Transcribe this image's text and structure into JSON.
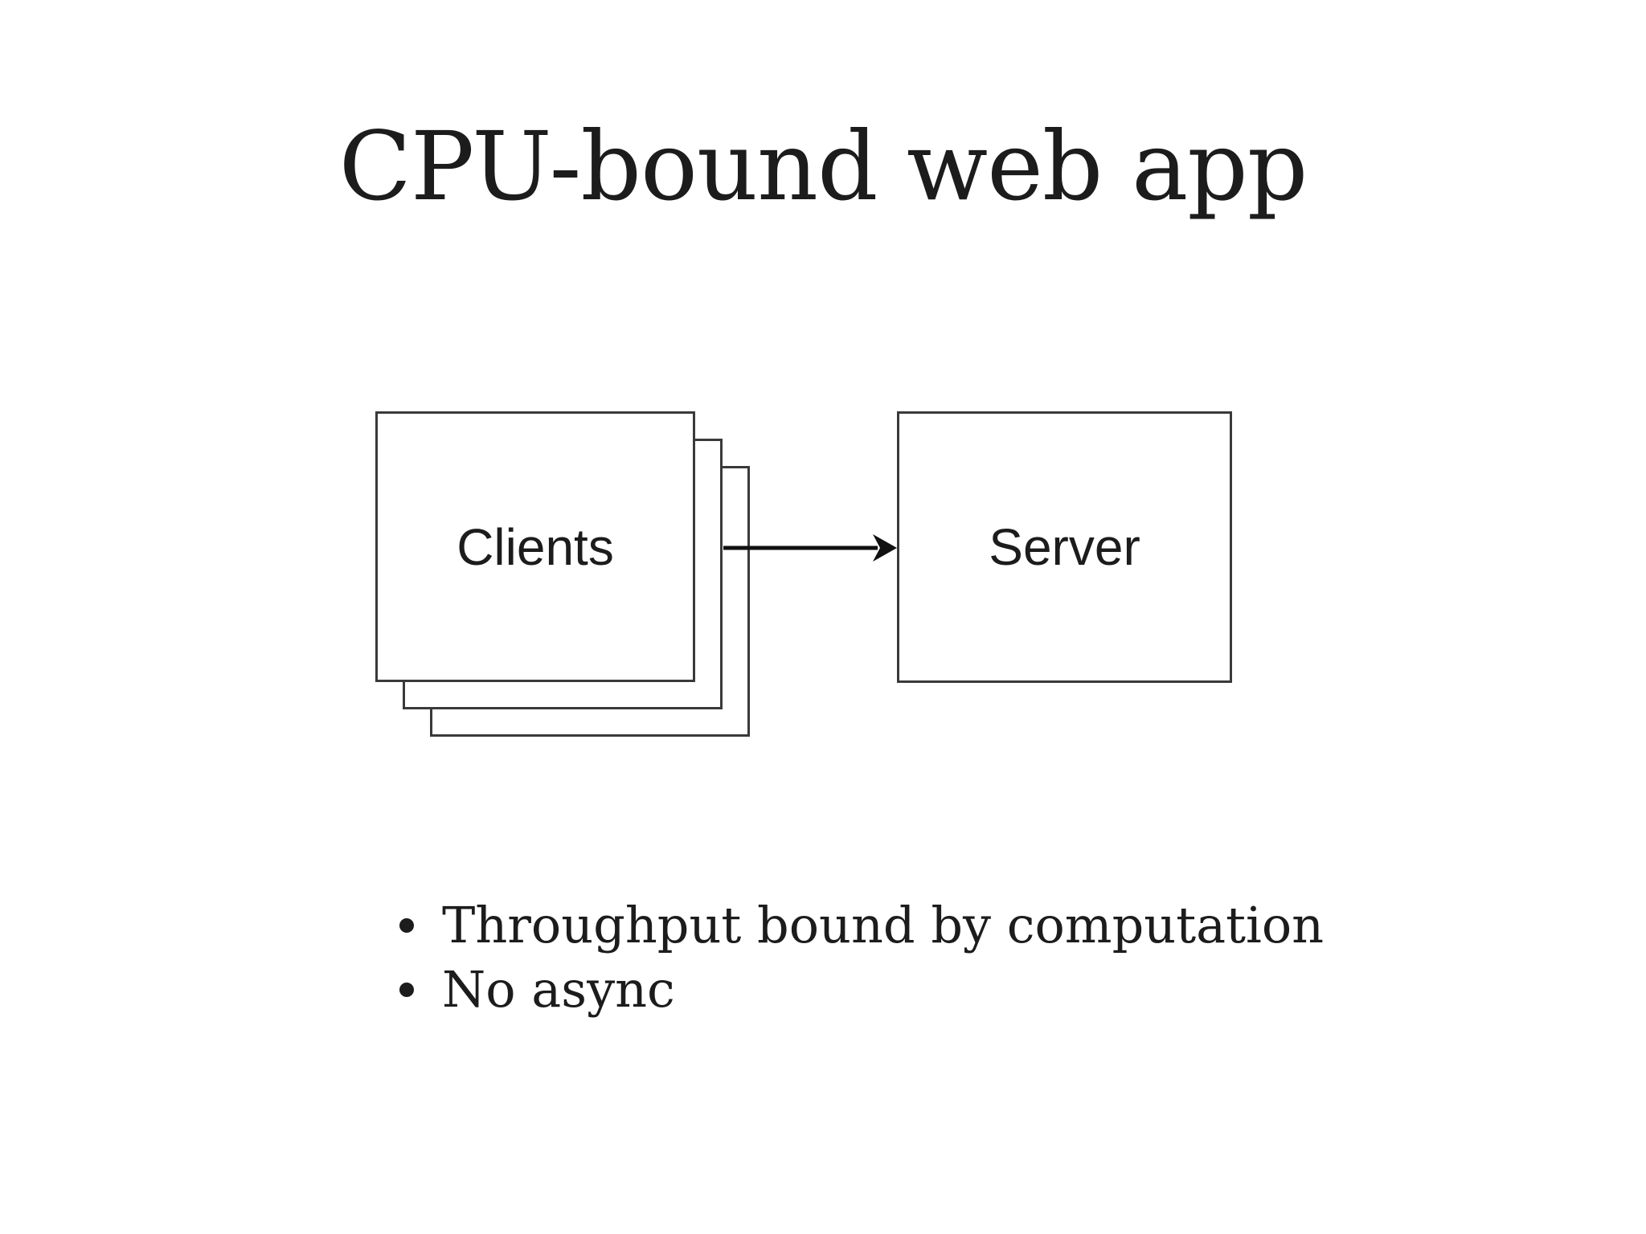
{
  "slide": {
    "title": "CPU-bound web app",
    "diagram": {
      "clients": {
        "label": "Clients",
        "stack_count": 3
      },
      "server": {
        "label": "Server"
      },
      "arrow": {
        "from": "Clients",
        "to": "Server",
        "direction": "right"
      }
    },
    "bullets": [
      "Throughput bound by computation",
      "No async"
    ],
    "colors": {
      "background": "#ffffff",
      "text": "#1c1c1c",
      "box_border": "#3a3a3a",
      "box_fill": "#ffffff",
      "arrow": "#111111"
    }
  }
}
